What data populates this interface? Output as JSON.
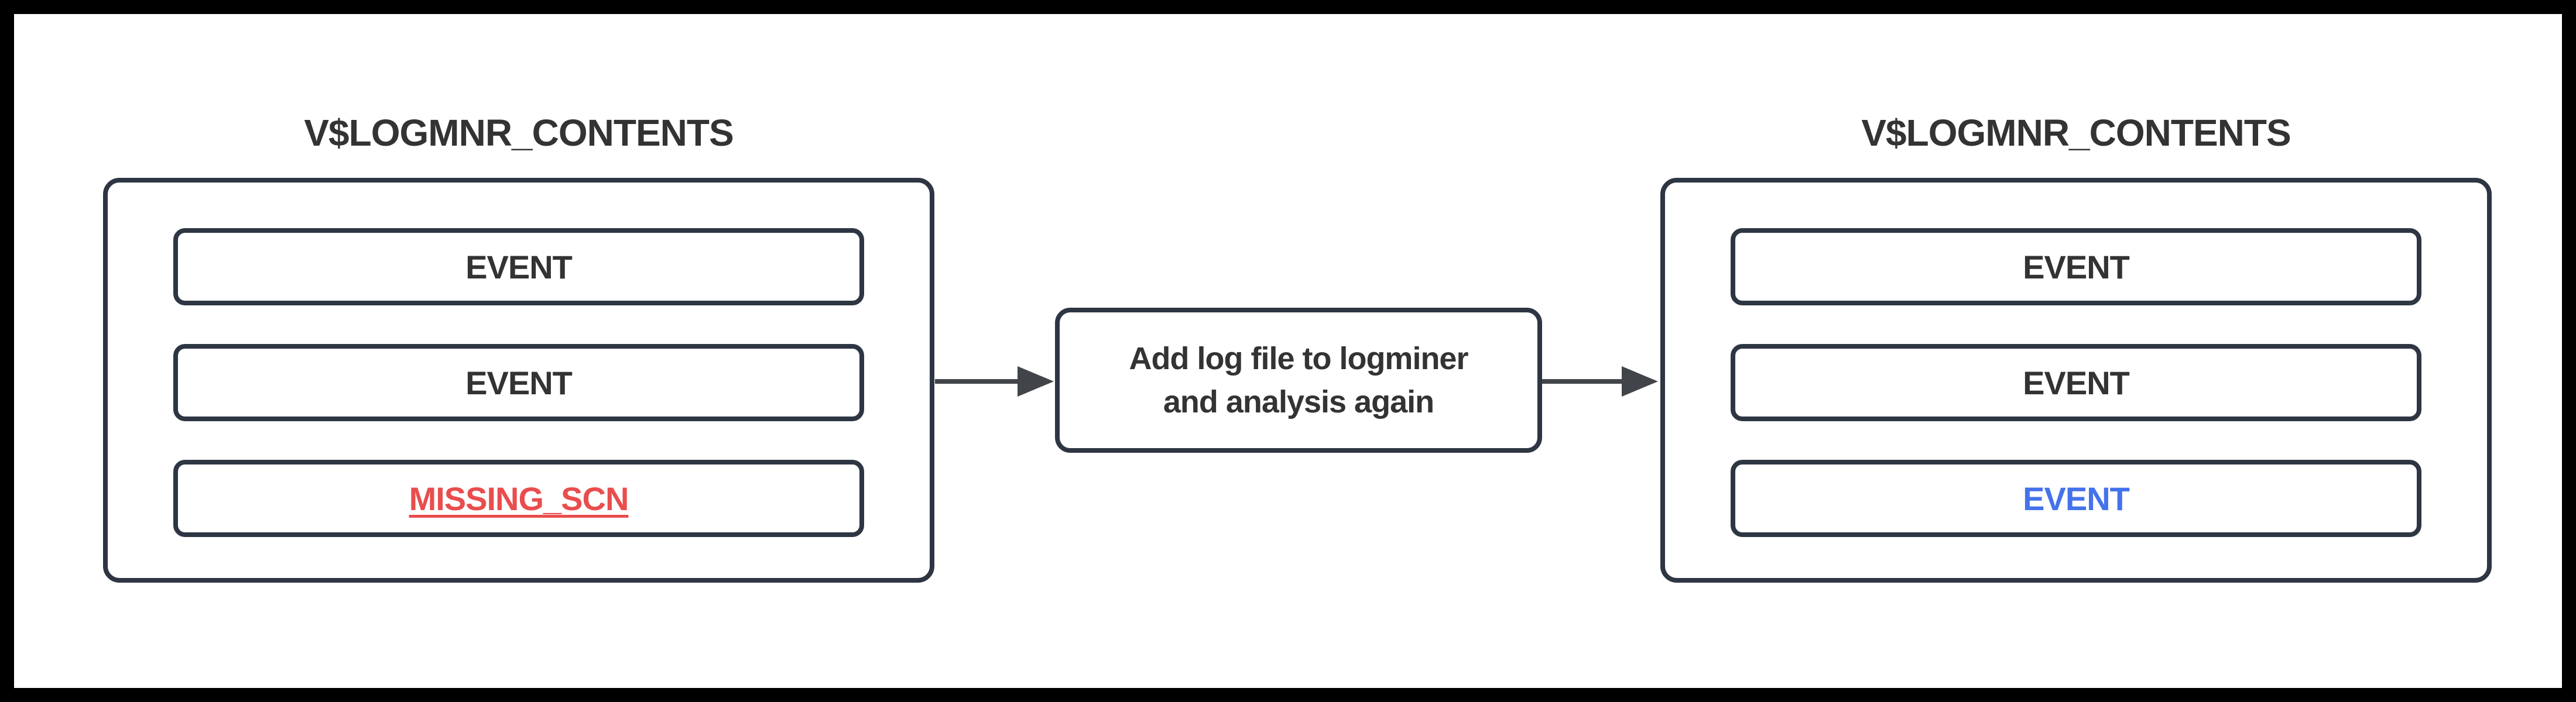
{
  "colors": {
    "frame": "#000000",
    "background": "#ffffff",
    "stroke": "#2d3642",
    "arrow": "#414549",
    "text_dark": "#333333",
    "text_red": "#e94d4d",
    "text_blue": "#4472eb"
  },
  "left_table": {
    "title": "V$LOGMNR_CONTENTS",
    "rows": [
      {
        "label": "EVENT",
        "color": "#333333",
        "decoration": "none"
      },
      {
        "label": "EVENT",
        "color": "#333333",
        "decoration": "none"
      },
      {
        "label": "MISSING_SCN",
        "color": "#e94d4d",
        "decoration": "underline"
      }
    ]
  },
  "process_step": {
    "lines": [
      "Add log file to logminer",
      "and analysis again"
    ]
  },
  "right_table": {
    "title": "V$LOGMNR_CONTENTS",
    "rows": [
      {
        "label": "EVENT",
        "color": "#333333",
        "decoration": "none"
      },
      {
        "label": "EVENT",
        "color": "#333333",
        "decoration": "none"
      },
      {
        "label": "EVENT",
        "color": "#4472eb",
        "decoration": "none"
      }
    ]
  }
}
